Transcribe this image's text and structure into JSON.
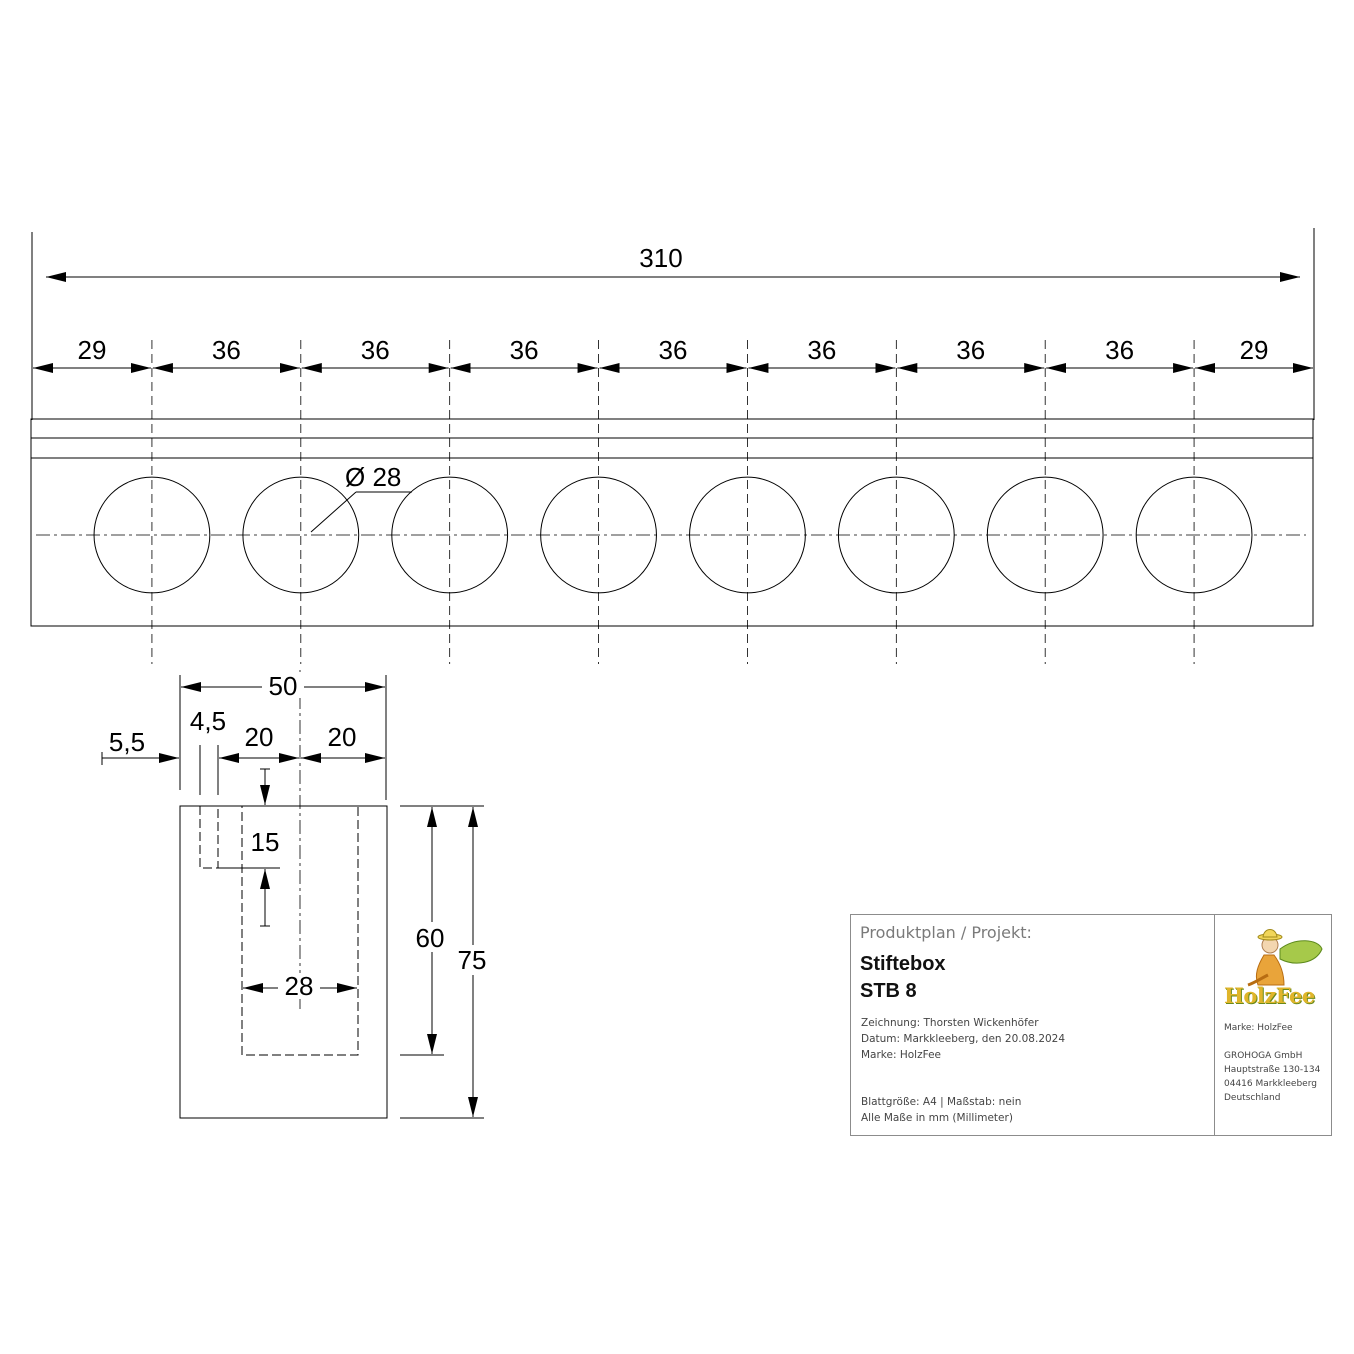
{
  "drawing": {
    "top_view": {
      "overall_length": "310",
      "hole_spacings": [
        "29",
        "36",
        "36",
        "36",
        "36",
        "36",
        "36",
        "36",
        "29"
      ],
      "hole_diameter": "Ø 28",
      "hole_count": 8
    },
    "side_view": {
      "width": "50",
      "offset_5_5": "5,5",
      "offset_4_5": "4,5",
      "half_left": "20",
      "half_right": "20",
      "depth_top": "15",
      "inner_width": "28",
      "inner_height": "60",
      "outer_height": "75"
    }
  },
  "title_block": {
    "heading": "Produktplan / Projekt:",
    "title_line1": "Stiftebox",
    "title_line2": "STB 8",
    "drawing_by": "Zeichnung: Thorsten Wickenhöfer",
    "date": "Datum: Markkleeberg, den 20.08.2024",
    "brand": "Marke: HolzFee",
    "sheet": "Blattgröße: A4  |  Maßstab: nein",
    "units": "Alle Maße in mm (Millimeter)",
    "logo_text": "HolzFee",
    "right_brand": "Marke: HolzFee",
    "company": "GROHOGA GmbH",
    "street": "Hauptstraße 130-134",
    "city": "04416 Markkleeberg",
    "country": "Deutschland"
  }
}
